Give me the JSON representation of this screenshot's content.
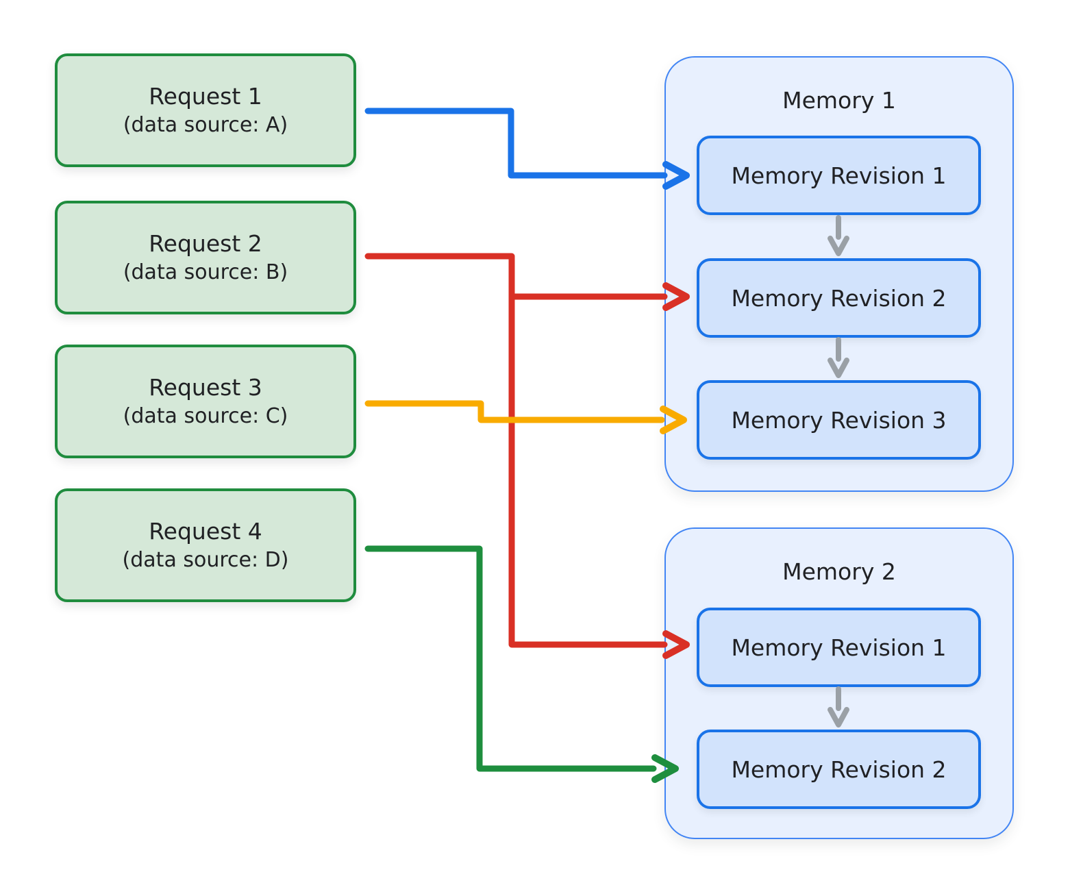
{
  "requests": [
    {
      "title": "Request 1",
      "subtitle": "(data source: A)"
    },
    {
      "title": "Request 2",
      "subtitle": "(data source: B)"
    },
    {
      "title": "Request 3",
      "subtitle": "(data source: C)"
    },
    {
      "title": "Request 4",
      "subtitle": "(data source: D)"
    }
  ],
  "memories": [
    {
      "title": "Memory 1",
      "revisions": [
        "Memory Revision 1",
        "Memory Revision 2",
        "Memory Revision 3"
      ]
    },
    {
      "title": "Memory 2",
      "revisions": [
        "Memory Revision 1",
        "Memory Revision 2"
      ]
    }
  ],
  "connections": [
    {
      "from": "Request 1 (data source: A)",
      "to": "Memory 1 / Memory Revision 1",
      "color": "blue"
    },
    {
      "from": "Request 2 (data source: B)",
      "to": "Memory 1 / Memory Revision 2",
      "color": "red"
    },
    {
      "from": "Request 2 (data source: B)",
      "to": "Memory 2 / Memory Revision 1",
      "color": "red"
    },
    {
      "from": "Request 3 (data source: C)",
      "to": "Memory 1 / Memory Revision 3",
      "color": "yellow"
    },
    {
      "from": "Request 4 (data source: D)",
      "to": "Memory 2 / Memory Revision 2",
      "color": "green"
    }
  ],
  "colors": {
    "text": "#202124",
    "request_fill": "#d5e8d8",
    "request_border": "#1f8c3e",
    "memory_fill": "#e8f0fe",
    "memory_border": "#4285f4",
    "revision_fill": "#d2e3fc",
    "revision_border": "#1a73e8",
    "arrow_blue": "#1a73e8",
    "arrow_red": "#d93025",
    "arrow_yellow": "#f9ab00",
    "arrow_green": "#1e8e3e",
    "flow_arrow_gray": "#9aa0a6"
  }
}
